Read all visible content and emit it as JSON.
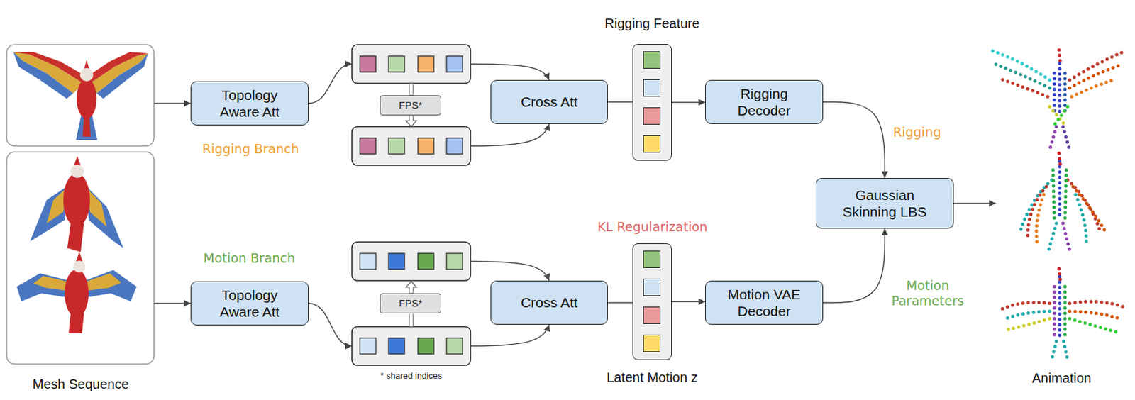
{
  "diagram": {
    "nodes": [
      {
        "text": [
          "Topology Aware Att"
        ]
      },
      {
        "text": [
          "FPS*"
        ]
      },
      {
        "text": [
          "Cross Att"
        ]
      },
      {
        "text": [
          "Rigging Feature"
        ]
      },
      {
        "text": [
          "Rigging Decoder"
        ]
      },
      {
        "text": [
          "Gaussian Skinning LBS"
        ]
      },
      {
        "text": [
          "Topology Aware Att"
        ]
      },
      {
        "text": [
          "FPS*"
        ]
      },
      {
        "text": [
          "Cross Att"
        ]
      },
      {
        "text": [
          "Latent Motion z"
        ]
      },
      {
        "text": [
          "Motion VAE Decoder"
        ]
      }
    ],
    "edges": [
      {
        "from": 2,
        "to": 3,
        "arrow": "none"
      },
      {
        "from": 3,
        "to": 4,
        "arrow": "to"
      },
      {
        "from": 4,
        "to": 5,
        "arrow": "to",
        "label": "Rigging"
      },
      {
        "from": 8,
        "to": 9,
        "arrow": "none"
      },
      {
        "from": 9,
        "to": 10,
        "arrow": "to"
      },
      {
        "from": 10,
        "to": 5,
        "arrow": "to",
        "label": "Motion Parameters"
      }
    ],
    "labels": [
      "Mesh Sequence",
      "Rigging Branch",
      "* shared indices",
      "Motion Branch",
      "KL Regularization",
      "Animation"
    ]
  }
}
